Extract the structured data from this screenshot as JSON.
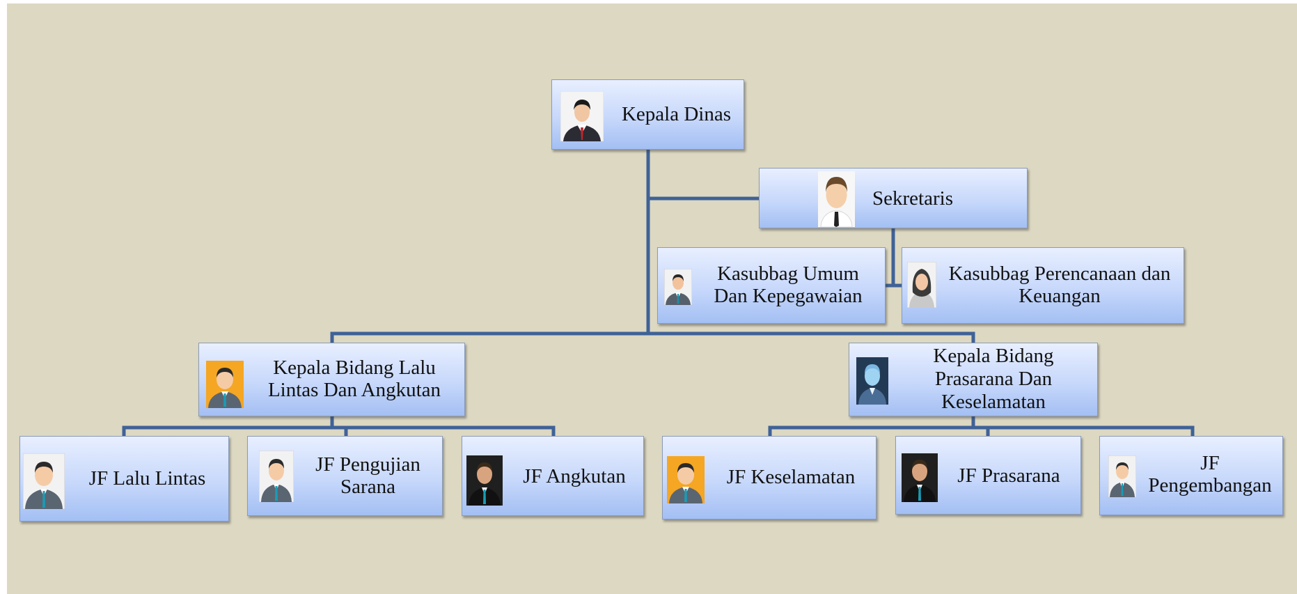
{
  "colors": {
    "background": "#ddd8c2",
    "connector": "#3f6297",
    "box_top": "#e8efff",
    "box_bottom": "#a3bff3"
  },
  "nodes": {
    "kepala_dinas": {
      "label": "Kepala Dinas",
      "avatar": "male-red-tie-icon"
    },
    "sekretaris": {
      "label": "Sekretaris",
      "avatar": "male-faceless-icon"
    },
    "kasubbag_umum": {
      "label": "Kasubbag Umum Dan Kepegawaian",
      "line1": "Kasubbag Umum",
      "line2": "Dan Kepegawaian",
      "avatar": "male-icon"
    },
    "kasubbag_perencanaan": {
      "label": "Kasubbag Perencanaan dan Keuangan",
      "line1": "Kasubbag Perencanaan dan",
      "line2": "Keuangan",
      "avatar": "female-hijab-icon"
    },
    "kabid_lalin": {
      "label": "Kepala Bidang Lalu Lintas Dan Angkutan",
      "line1": "Kepala Bidang Lalu",
      "line2": "Lintas Dan Angkutan",
      "avatar": "male-orange-bg-icon"
    },
    "kabid_prasarana": {
      "label": "Kepala Bidang Prasarana Dan Keselamatan",
      "line1": "Kepala Bidang",
      "line2": "Prasarana Dan",
      "line3": "Keselamatan",
      "avatar": "male-blue-icon"
    },
    "jf_lalu_lintas": {
      "label": "JF Lalu Lintas",
      "avatar": "male-icon"
    },
    "jf_pengujian": {
      "label": "JF Pengujian Sarana",
      "line1": "JF Pengujian",
      "line2": "Sarana",
      "avatar": "male-icon"
    },
    "jf_angkutan": {
      "label": "JF Angkutan",
      "avatar": "male-dark-bg-icon"
    },
    "jf_keselamatan": {
      "label": "JF Keselamatan",
      "avatar": "male-orange-bg-icon"
    },
    "jf_prasarana": {
      "label": "JF Prasarana",
      "avatar": "male-dark-bg-icon"
    },
    "jf_pengembangan": {
      "label": "JF Pengembangan",
      "line1": "JF",
      "line2": "Pengembangan",
      "avatar": "male-icon"
    }
  }
}
